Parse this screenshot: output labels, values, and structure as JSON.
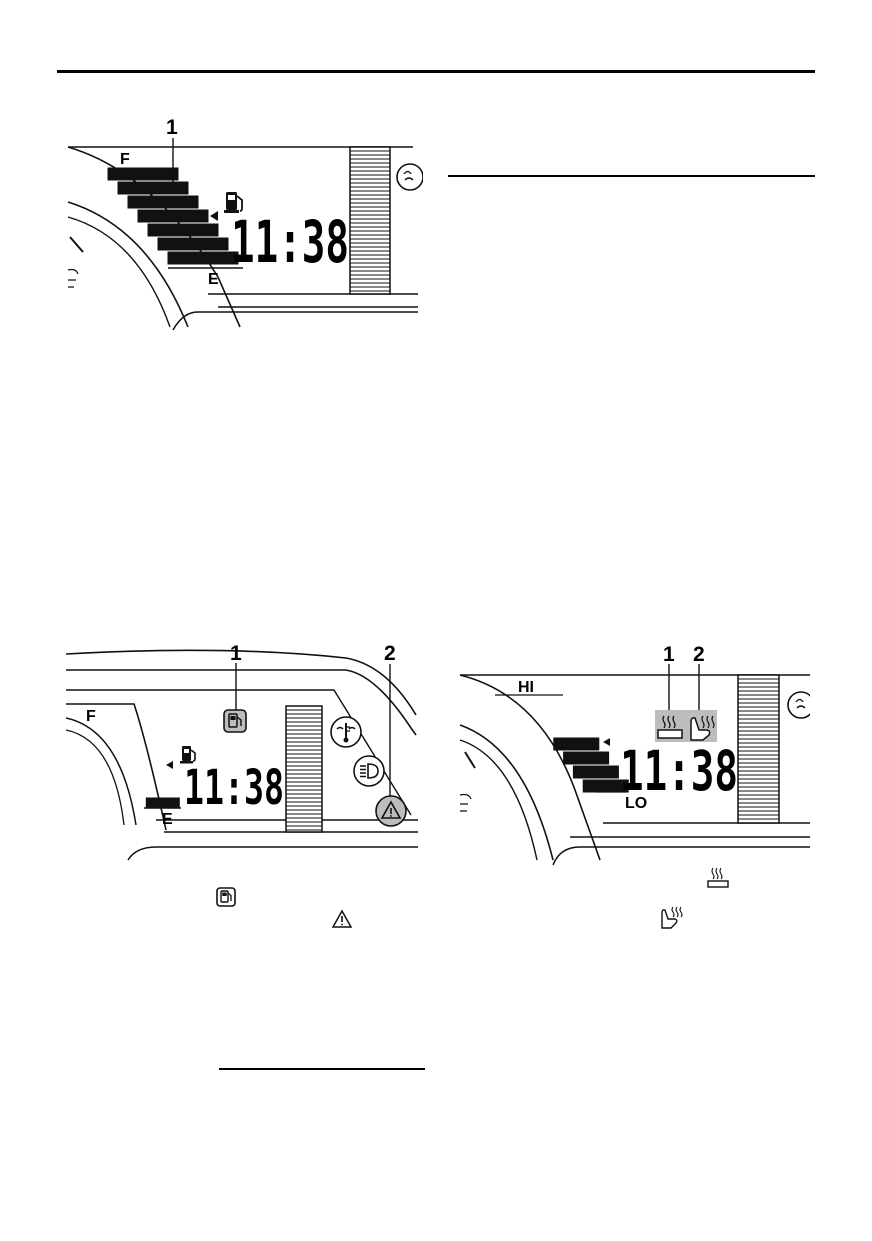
{
  "figures": {
    "fuel_gauge": {
      "callout": "1",
      "full_label": "F",
      "empty_label": "E",
      "clock": "11:38",
      "fuel_level_segments_lit": 7,
      "fuel_level_segments_total": 7
    },
    "warning_lights": {
      "callout_1": "1",
      "callout_2": "2",
      "full_label": "F",
      "empty_label": "E",
      "clock": "11:38",
      "fuel_level_segments_lit": 1,
      "fuel_level_segments_total": 7
    },
    "heater_gauge": {
      "callout_1": "1",
      "callout_2": "2",
      "high_label": "HI",
      "low_label": "LO",
      "clock": "11:38",
      "heater_level_segments_lit": 4,
      "heater_level_segments_total": 7
    }
  },
  "inline_icons": [
    "fuel-pump-warning-icon",
    "warning-triangle-icon",
    "grip-warmer-icon",
    "thumb-warmer-icon"
  ],
  "colors": {
    "ink": "#111111",
    "highlight": "#bdbdbd"
  }
}
